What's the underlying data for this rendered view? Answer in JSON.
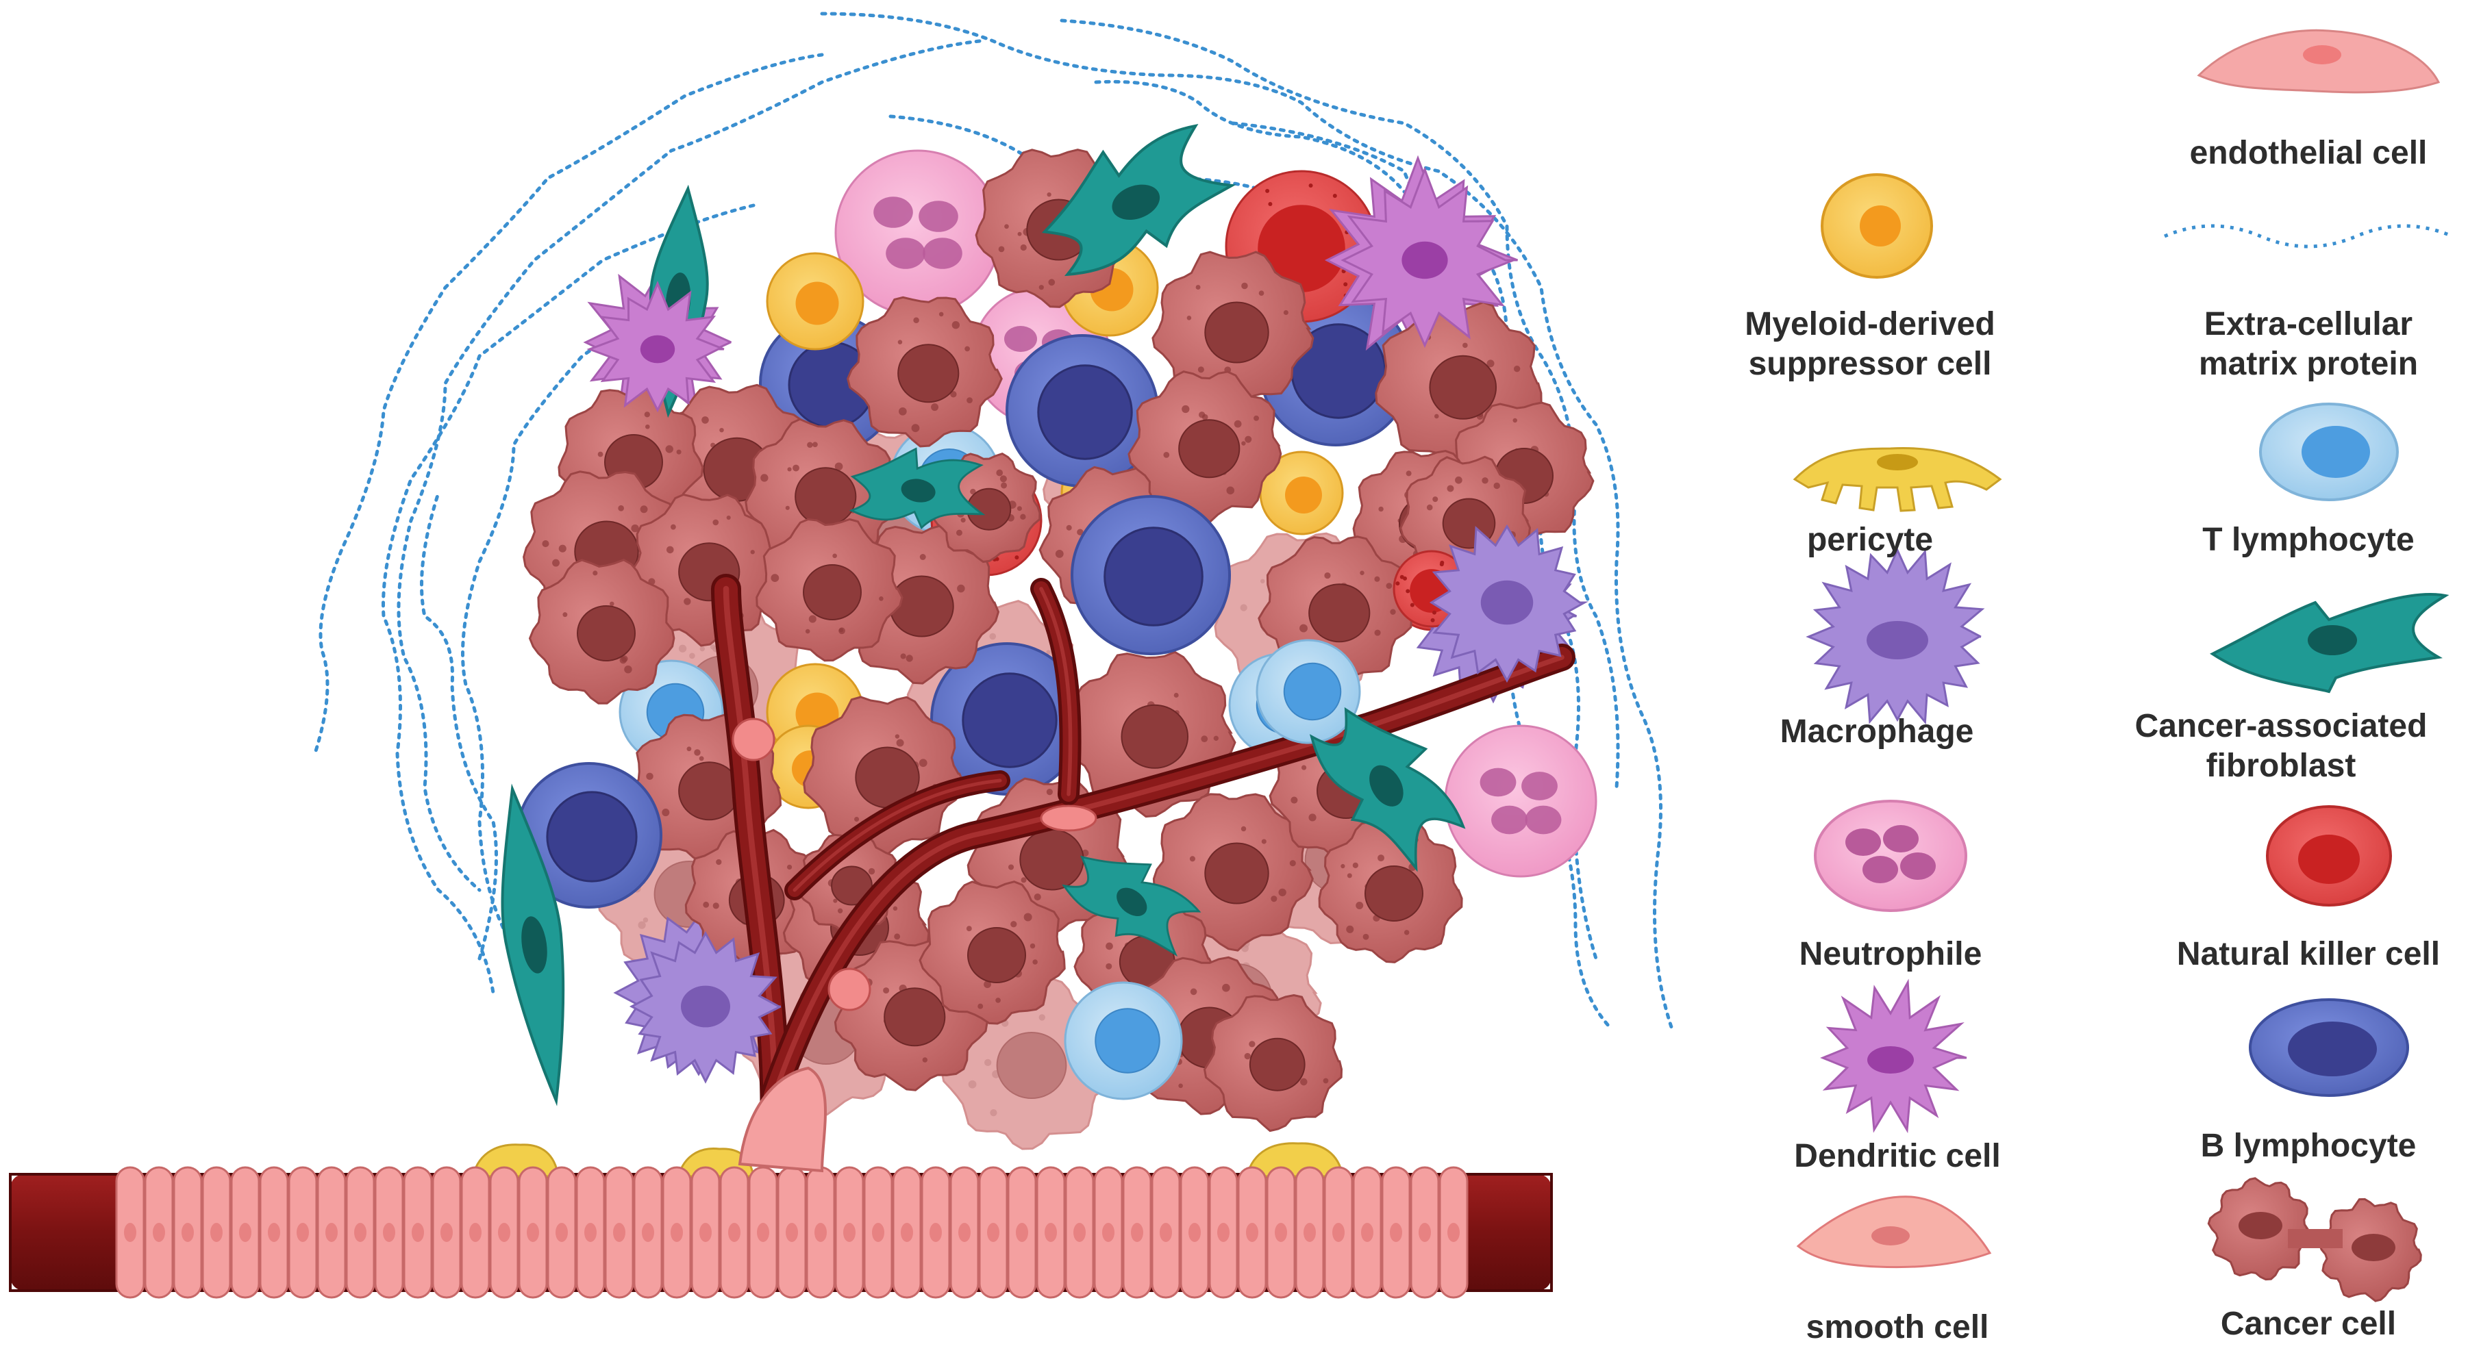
{
  "legend": {
    "items": [
      {
        "key": "endothelial",
        "label": "endothelial cell",
        "icon": "endothelial-cell-icon"
      },
      {
        "key": "mdsc",
        "label": "Myeloid-derived\nsuppressor cell",
        "icon": "mdsc-icon"
      },
      {
        "key": "ecm",
        "label": "Extra-cellular\nmatrix protein",
        "icon": "ecm-fiber-icon"
      },
      {
        "key": "pericyte",
        "label": "pericyte",
        "icon": "pericyte-icon"
      },
      {
        "key": "t_lymphocyte",
        "label": "T lymphocyte",
        "icon": "t-lymphocyte-icon"
      },
      {
        "key": "macrophage",
        "label": "Macrophage",
        "icon": "macrophage-icon"
      },
      {
        "key": "caf",
        "label": "Cancer-associated\nfibroblast",
        "icon": "caf-icon"
      },
      {
        "key": "neutrophile",
        "label": "Neutrophile",
        "icon": "neutrophile-icon"
      },
      {
        "key": "nk_cell",
        "label": "Natural killer cell",
        "icon": "nk-cell-icon"
      },
      {
        "key": "dendritic",
        "label": "Dendritic cell",
        "icon": "dendritic-cell-icon"
      },
      {
        "key": "b_lymphocyte",
        "label": "B lymphocyte",
        "icon": "b-lymphocyte-icon"
      },
      {
        "key": "smooth",
        "label": "smooth cell",
        "icon": "smooth-cell-icon"
      },
      {
        "key": "cancer",
        "label": "Cancer cell",
        "icon": "cancer-cell-icon"
      }
    ]
  },
  "colors": {
    "cancer": "#c96a6a",
    "cancer_nucleus": "#8e3b3b",
    "vessel": "#8b1a1a",
    "vessel_wall": "#f4a0a0",
    "ecm": "#3a8fd0",
    "caf": "#1f9a94",
    "t_cell": "#a9d4f0",
    "b_cell": "#5a6fc2",
    "nk_cell": "#e04848",
    "mdsc": "#f7c54a",
    "neutrophile": "#f3a6cf",
    "macrophage": "#a58ad8",
    "dendritic": "#c97ed0",
    "pericyte": "#f2cf4a"
  }
}
